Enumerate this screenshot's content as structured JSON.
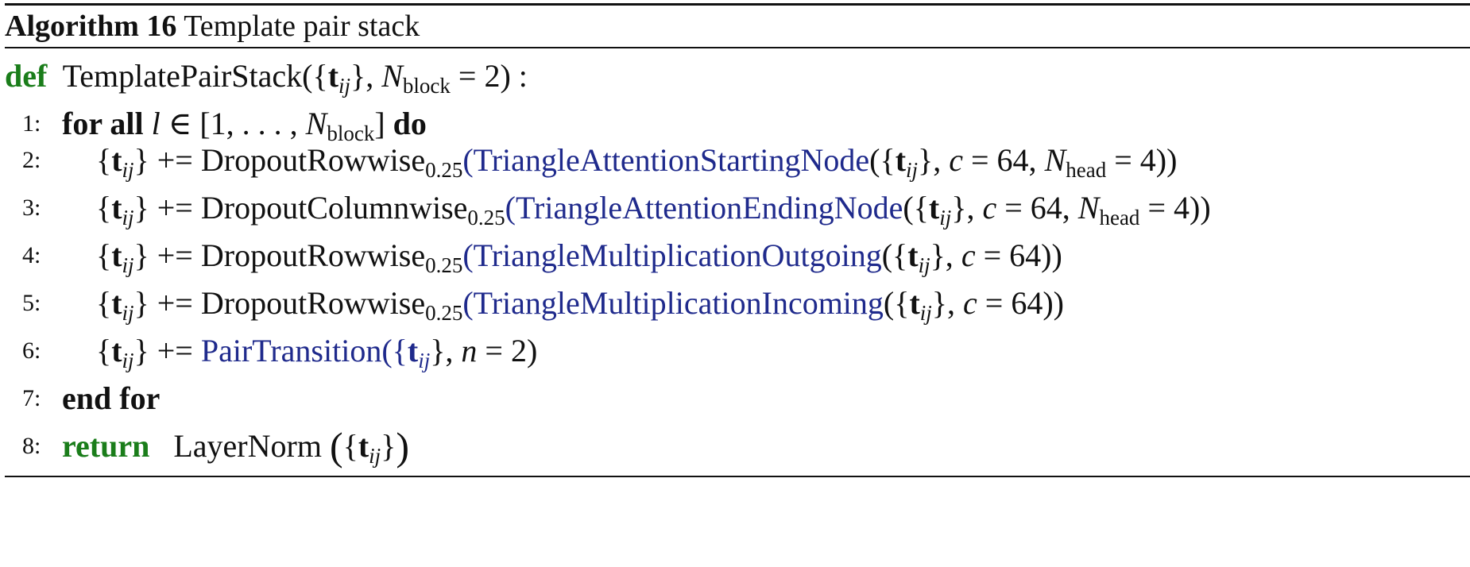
{
  "caption": {
    "label": "Algorithm 16",
    "title": "Template pair stack"
  },
  "def_line": {
    "keyword": "def",
    "name": "TemplatePairStack",
    "args_open": "({",
    "t": "t",
    "t_sub": "ij",
    "args_mid": "}, ",
    "N": "N",
    "N_sub": "block",
    "args_close": " = 2) :"
  },
  "lines": [
    {
      "no": "1:",
      "kw_for": "for all",
      "l": "l",
      "range": " ∈ [1, . . . , ",
      "N": "N",
      "N_sub": "block",
      "range_close": "] ",
      "kw_do": "do"
    },
    {
      "no": "2:",
      "lhs_open": "{",
      "t": "t",
      "t_sub": "ij",
      "lhs_close": "}",
      "op": "+=",
      "dropout": "DropoutRowwise",
      "dropout_sub": "0.25",
      "fn": "TriangleAttentionStartingNode",
      "args_open": "({",
      "args_mid": "}, ",
      "c": "c",
      "c_val": " = 64, ",
      "N": "N",
      "N_sub": "head",
      "args_close": " = 4))"
    },
    {
      "no": "3:",
      "lhs_open": "{",
      "t": "t",
      "t_sub": "ij",
      "lhs_close": "}",
      "op": "+=",
      "dropout": "DropoutColumnwise",
      "dropout_sub": "0.25",
      "fn": "TriangleAttentionEndingNode",
      "args_open": "({",
      "args_mid": "}, ",
      "c": "c",
      "c_val": " = 64, ",
      "N": "N",
      "N_sub": "head",
      "args_close": " = 4))"
    },
    {
      "no": "4:",
      "lhs_open": "{",
      "t": "t",
      "t_sub": "ij",
      "lhs_close": "}",
      "op": "+=",
      "dropout": "DropoutRowwise",
      "dropout_sub": "0.25",
      "fn": "TriangleMultiplicationOutgoing",
      "args_open": "({",
      "args_mid": "}, ",
      "c": "c",
      "args_close": " = 64))"
    },
    {
      "no": "5:",
      "lhs_open": "{",
      "t": "t",
      "t_sub": "ij",
      "lhs_close": "}",
      "op": "+=",
      "dropout": "DropoutRowwise",
      "dropout_sub": "0.25",
      "fn": "TriangleMultiplicationIncoming",
      "args_open": "({",
      "args_mid": "}, ",
      "c": "c",
      "args_close": " = 64))"
    },
    {
      "no": "6:",
      "lhs_open": "{",
      "t": "t",
      "t_sub": "ij",
      "lhs_close": "}",
      "op": "+=",
      "fn": "PairTransition",
      "fn_open": "({",
      "args_mid": "}, ",
      "n": "n",
      "args_close": " = 2)"
    },
    {
      "no": "7:",
      "kw": "end for"
    },
    {
      "no": "8:",
      "kw": "return",
      "fn": "LayerNorm",
      "paren_open": "(",
      "brace_open": "{",
      "t": "t",
      "t_sub": "ij",
      "brace_close": "}",
      "paren_close": ")"
    }
  ]
}
